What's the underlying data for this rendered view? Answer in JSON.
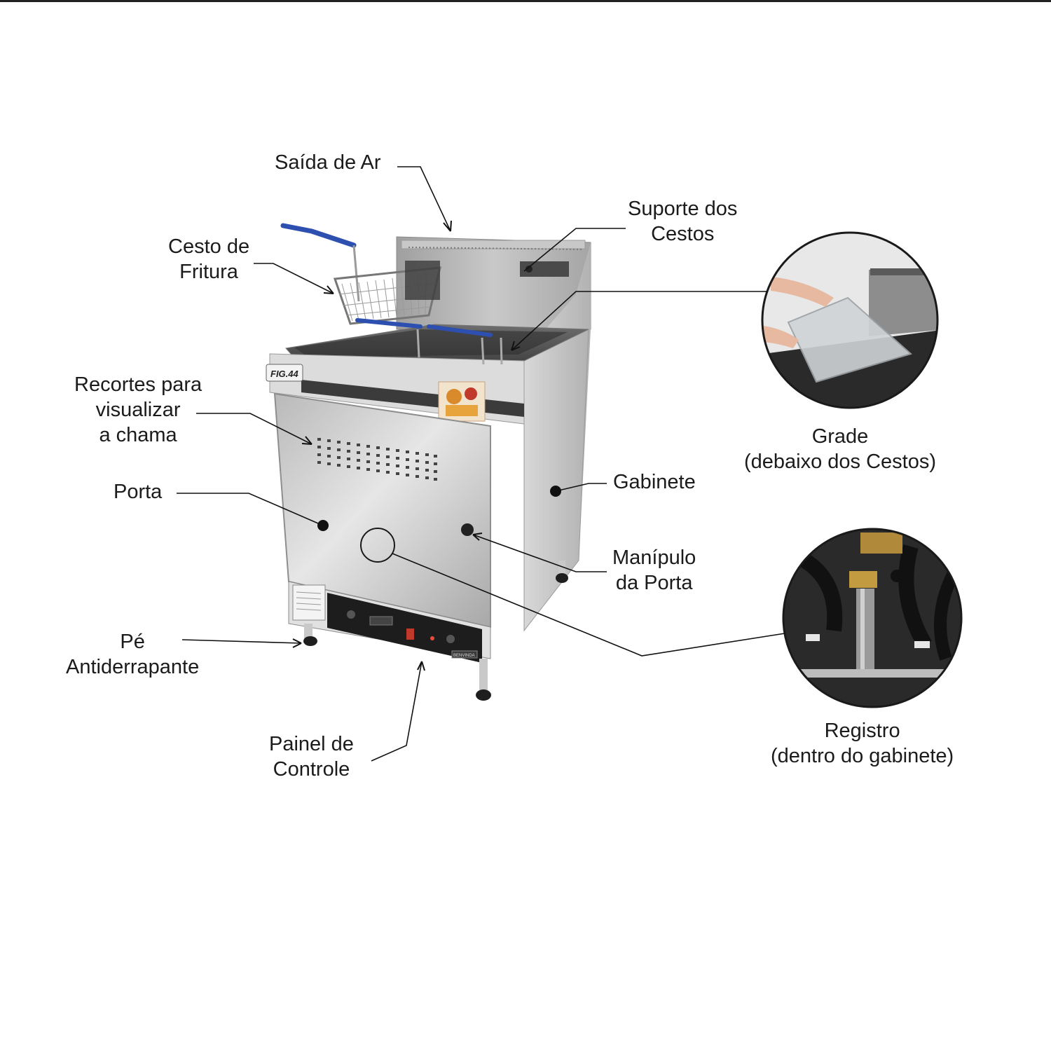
{
  "labels": {
    "saida_de_ar": "Saída de Ar",
    "suporte_dos_cestos": [
      "Suporte dos",
      "Cestos"
    ],
    "cesto_de_fritura": [
      "Cesto de",
      "Fritura"
    ],
    "recortes": [
      "Recortes para",
      "visualizar",
      "a chama"
    ],
    "porta": "Porta",
    "gabinete": "Gabinete",
    "manipulo": [
      "Manípulo",
      "da Porta"
    ],
    "pe": [
      "Pé",
      "Antiderrapante"
    ],
    "painel": [
      "Painel de",
      "Controle"
    ],
    "grade": [
      "Grade",
      "(debaixo dos Cestos)"
    ],
    "registro": [
      "Registro",
      "(dentro do gabinete)"
    ]
  },
  "product": {
    "model_badge": "FIG.44",
    "brand_plate": "BENVINDA"
  },
  "colors": {
    "basket_handle": "#2d4fb0",
    "steel_light": "#d9d9d9",
    "steel_dark": "#8a8a8a",
    "panel": "#1c1c1c",
    "leader_line": "#111111"
  }
}
